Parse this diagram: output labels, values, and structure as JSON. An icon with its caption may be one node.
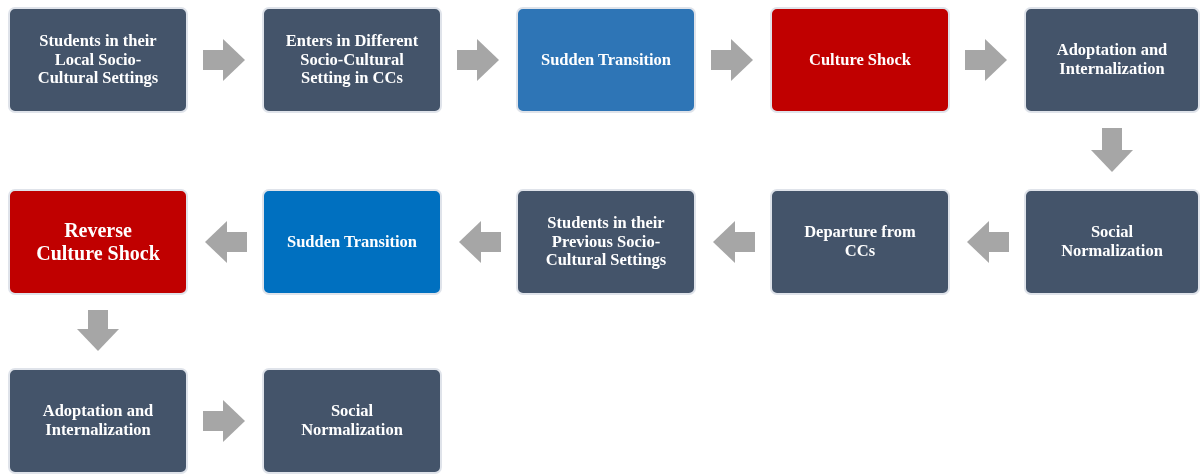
{
  "diagram": {
    "nodes": [
      {
        "text": [
          "Students in their Local Socio-Cultural Settings"
        ]
      },
      {
        "text": [
          "Enters in Different Socio-Cultural Setting in CCs"
        ]
      },
      {
        "text": [
          "Sudden Transition"
        ]
      },
      {
        "text": [
          "Culture Shock"
        ]
      },
      {
        "text": [
          "Adoptation and Internalization"
        ]
      },
      {
        "text": [
          "Social Normalization"
        ]
      },
      {
        "text": [
          "Departure from CCs"
        ]
      },
      {
        "text": [
          "Students in their Previous Socio-Cultural Settings"
        ]
      },
      {
        "text": [
          "Sudden Transition"
        ]
      },
      {
        "text": [
          "Reverse Culture Shock"
        ]
      },
      {
        "text": [
          "Adoptation and Internalization"
        ]
      },
      {
        "text": [
          "Social Normalization"
        ]
      }
    ],
    "edges": [
      {
        "from": 0,
        "to": 1,
        "arrow": "to"
      },
      {
        "from": 1,
        "to": 2,
        "arrow": "to"
      },
      {
        "from": 2,
        "to": 3,
        "arrow": "to"
      },
      {
        "from": 3,
        "to": 4,
        "arrow": "to"
      },
      {
        "from": 4,
        "to": 5,
        "arrow": "to"
      },
      {
        "from": 5,
        "to": 6,
        "arrow": "to"
      },
      {
        "from": 6,
        "to": 7,
        "arrow": "to"
      },
      {
        "from": 7,
        "to": 8,
        "arrow": "to"
      },
      {
        "from": 8,
        "to": 9,
        "arrow": "to"
      },
      {
        "from": 9,
        "to": 10,
        "arrow": "to"
      },
      {
        "from": 10,
        "to": 11,
        "arrow": "to"
      }
    ]
  }
}
